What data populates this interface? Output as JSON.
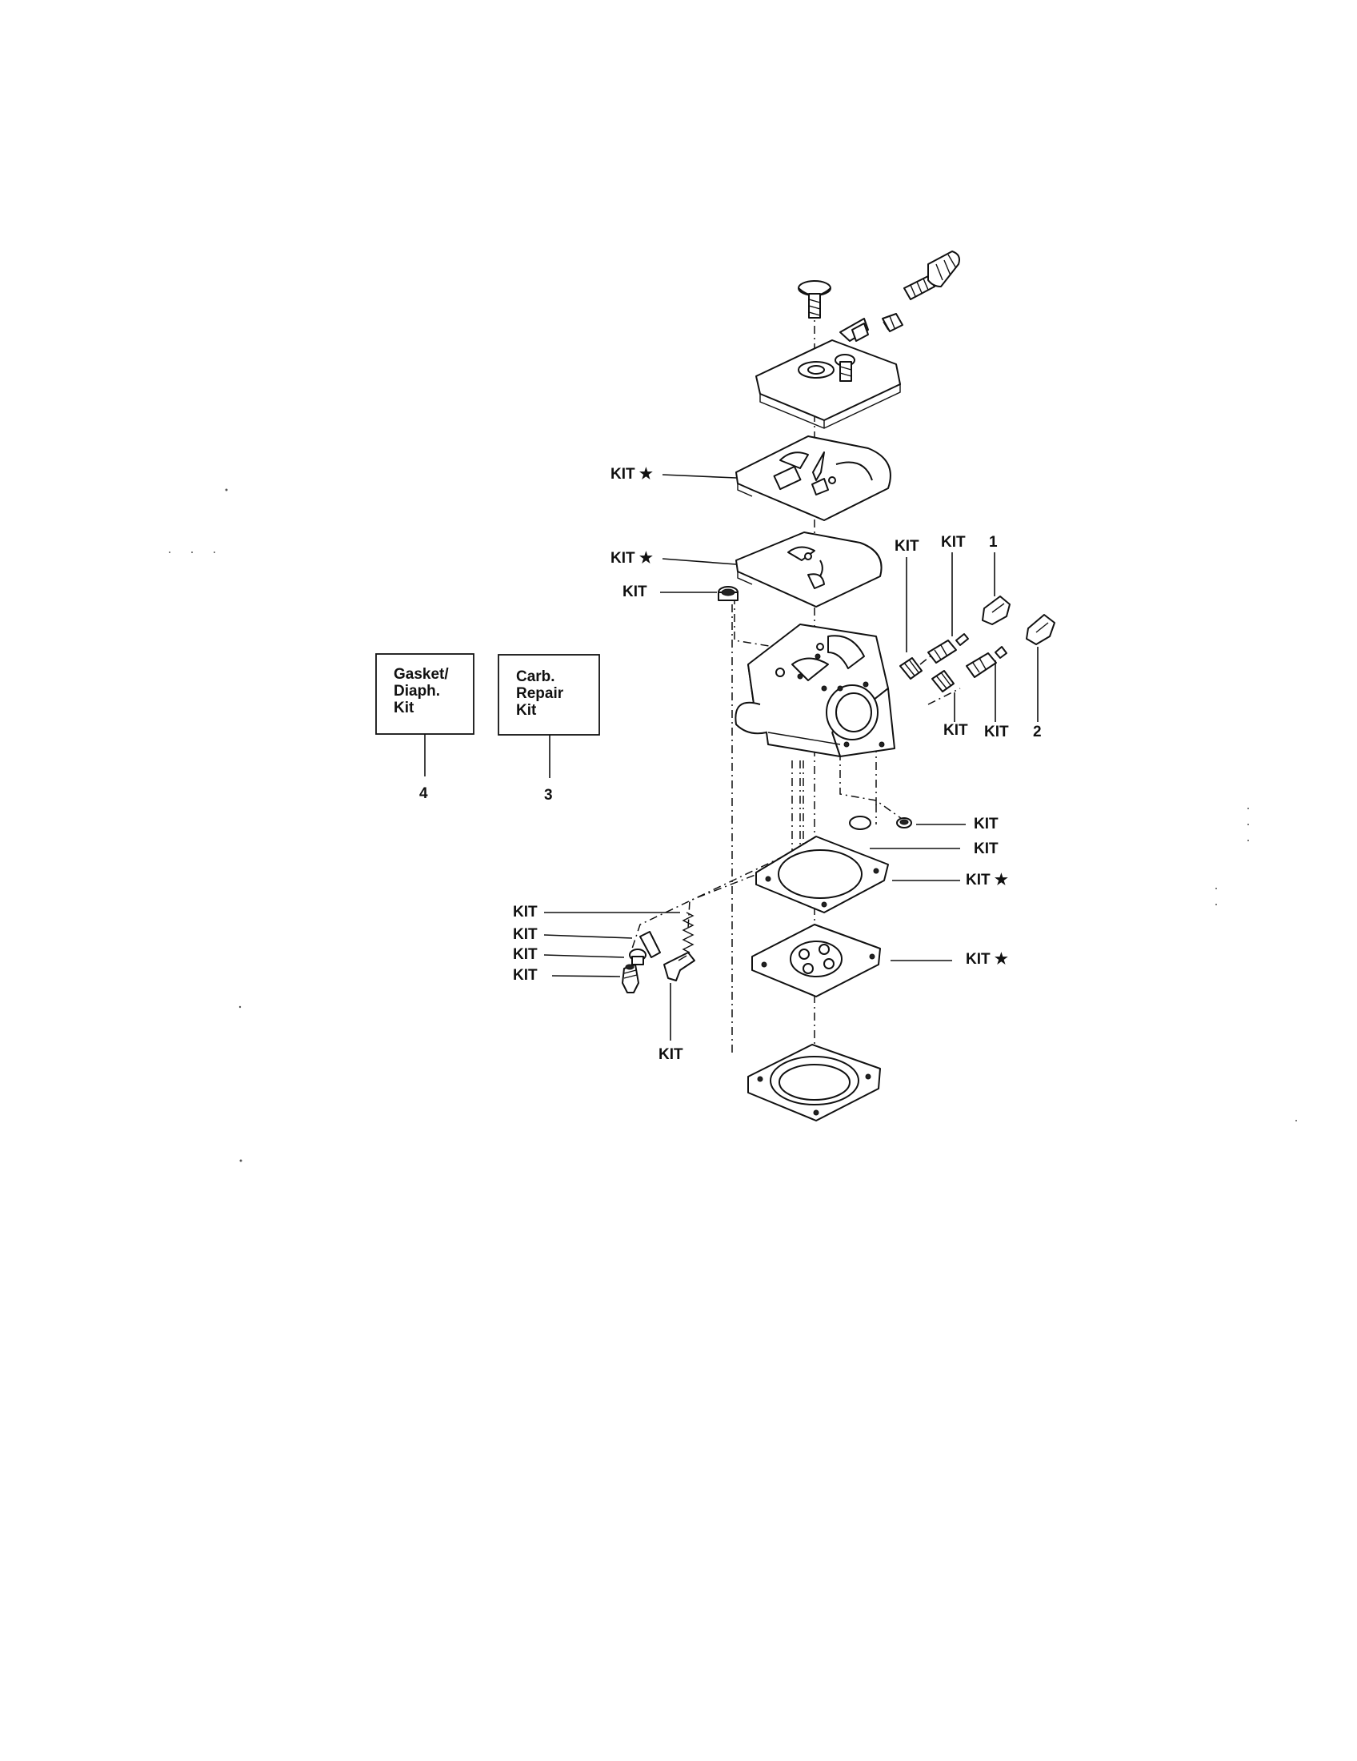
{
  "labels": {
    "kit_star": "KIT ★",
    "kit": "KIT",
    "num1": "1",
    "num2": "2",
    "num3": "3",
    "num4": "4"
  },
  "boxes": {
    "gasket_line1": "Gasket/",
    "gasket_line2": "Diaph.",
    "gasket_line3": "Kit",
    "carb_line1": "Carb.",
    "carb_line2": "Repair",
    "carb_line3": "Kit"
  }
}
